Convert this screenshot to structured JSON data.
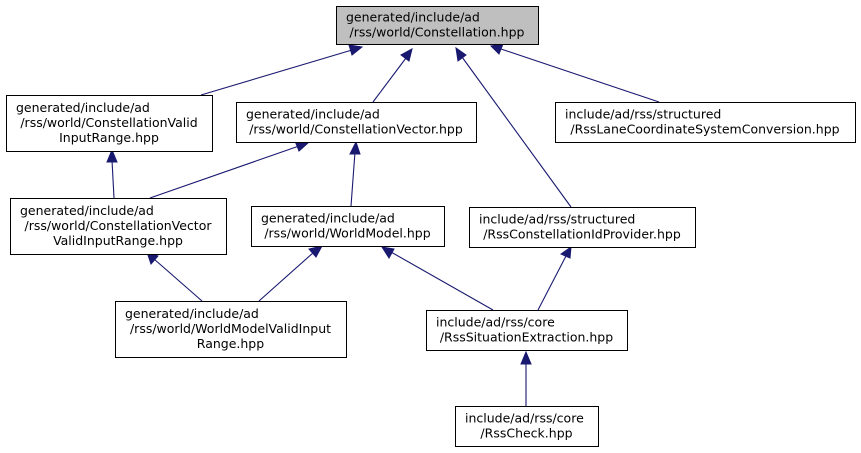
{
  "colors": {
    "edge": "#191970",
    "root_fill": "#bfbfbf",
    "node_fill": "#ffffff",
    "border": "#000000"
  },
  "nodes": [
    {
      "id": "constellation",
      "lines": [
        "generated/include/ad",
        "/rss/world/Constellation.hpp"
      ],
      "root": true
    },
    {
      "id": "constellation-valid-input-range",
      "lines": [
        "generated/include/ad",
        "/rss/world/ConstellationValid",
        "InputRange.hpp"
      ]
    },
    {
      "id": "constellation-vector",
      "lines": [
        "generated/include/ad",
        "/rss/world/ConstellationVector.hpp"
      ]
    },
    {
      "id": "lane-coordinate-system-conversion",
      "lines": [
        "include/ad/rss/structured",
        "/RssLaneCoordinateSystemConversion.hpp"
      ]
    },
    {
      "id": "constellation-vector-valid-input-range",
      "lines": [
        "generated/include/ad",
        "/rss/world/ConstellationVector",
        "ValidInputRange.hpp"
      ]
    },
    {
      "id": "world-model",
      "lines": [
        "generated/include/ad",
        "/rss/world/WorldModel.hpp"
      ]
    },
    {
      "id": "constellation-id-provider",
      "lines": [
        "include/ad/rss/structured",
        "/RssConstellationIdProvider.hpp"
      ]
    },
    {
      "id": "world-model-valid-input-range",
      "lines": [
        "generated/include/ad",
        "/rss/world/WorldModelValidInput",
        "Range.hpp"
      ]
    },
    {
      "id": "situation-extraction",
      "lines": [
        "include/ad/rss/core",
        "/RssSituationExtraction.hpp"
      ]
    },
    {
      "id": "rss-check",
      "lines": [
        "include/ad/rss/core",
        "/RssCheck.hpp"
      ]
    }
  ]
}
